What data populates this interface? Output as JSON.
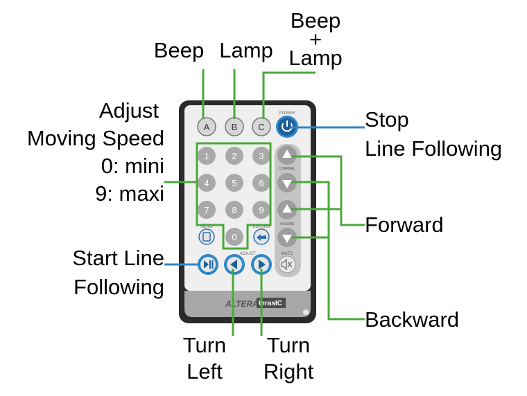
{
  "remote": {
    "row_buttons": [
      "A",
      "B",
      "C"
    ],
    "power_label": "POWER",
    "number_keys": [
      "1",
      "2",
      "3",
      "4",
      "5",
      "6",
      "7",
      "8",
      "9",
      "0"
    ],
    "menu_label": "MENU",
    "return_label": "RETURN",
    "channel_label": "CHANNEL",
    "volume_label": "VOLUME",
    "mute_label": "MUTE",
    "adjust_label": "ADJUST",
    "brand_left": "ALTERA",
    "brand_right": "terasIC"
  },
  "labels": {
    "beep": "Beep",
    "lamp": "Lamp",
    "beep_lamp": [
      "Beep",
      "+",
      "Lamp"
    ],
    "adjust_speed": [
      "Adjust",
      "Moving Speed",
      "0: mini",
      "9: maxi"
    ],
    "stop_line": [
      "Stop",
      "Line Following"
    ],
    "start_line": [
      "Start Line",
      "Following"
    ],
    "forward": "Forward",
    "backward": "Backward",
    "turn_left": [
      "Turn",
      "Left"
    ],
    "turn_right": [
      "Turn",
      "Right"
    ]
  },
  "colors": {
    "leader_green": "#4aa83a",
    "leader_blue": "#2e86c8",
    "remote_body": "#2a2a2a",
    "remote_face": "#efefef",
    "remote_bottom": "#a7a7a7",
    "number_key": "#a9a9a9"
  }
}
